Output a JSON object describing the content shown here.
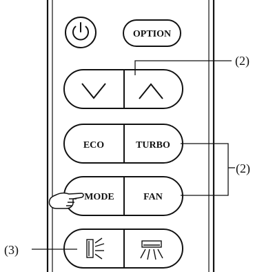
{
  "remote": {
    "power_icon": "power-icon",
    "option_label": "OPTION",
    "down_icon": "chevron-down-icon",
    "up_icon": "chevron-up-icon",
    "eco_label": "ECO",
    "turbo_label": "TURBO",
    "mode_label": "MODE",
    "fan_label": "FAN",
    "swing_vertical_icon": "vertical-swing-icon",
    "swing_horizontal_icon": "horizontal-swing-icon",
    "hand_icon": "pointing-hand-icon"
  },
  "callouts": {
    "temp": "(2)",
    "turbo_fan": "(2)",
    "swing": "(3)"
  },
  "colors": {
    "stroke": "#111111",
    "background": "#ffffff"
  }
}
